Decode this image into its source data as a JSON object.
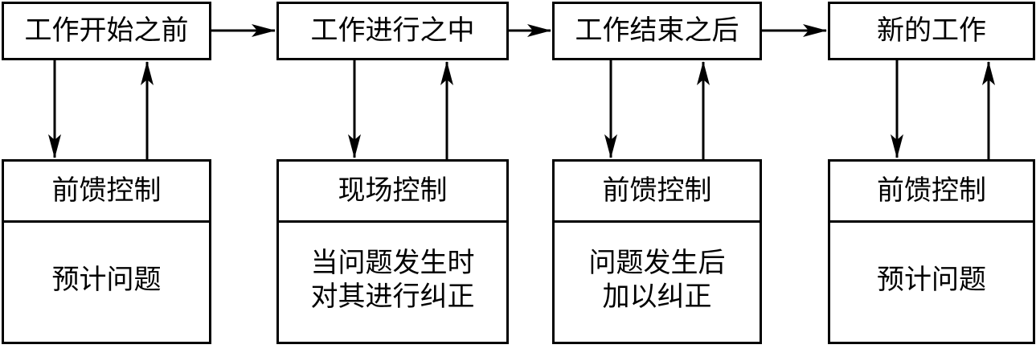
{
  "stages": [
    {
      "stage_label": "工作开始之前",
      "control_label": "前馈控制",
      "description_lines": [
        "预计问题"
      ]
    },
    {
      "stage_label": "工作进行之中",
      "control_label": "现场控制",
      "description_lines": [
        "当问题发生时",
        "对其进行纠正"
      ]
    },
    {
      "stage_label": "工作结束之后",
      "control_label": "前馈控制",
      "description_lines": [
        "问题发生后",
        "加以纠正"
      ]
    },
    {
      "stage_label": "新的工作",
      "control_label": "前馈控制",
      "description_lines": [
        "预计问题"
      ]
    }
  ]
}
